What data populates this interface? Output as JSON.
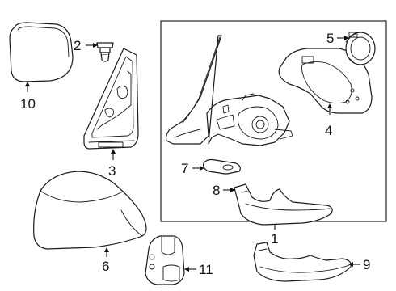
{
  "diagram": {
    "callouts": {
      "c1": "1",
      "c2": "2",
      "c3": "3",
      "c4": "4",
      "c5": "5",
      "c6": "6",
      "c7": "7",
      "c8": "8",
      "c9": "9",
      "c10": "10",
      "c11": "11"
    }
  }
}
